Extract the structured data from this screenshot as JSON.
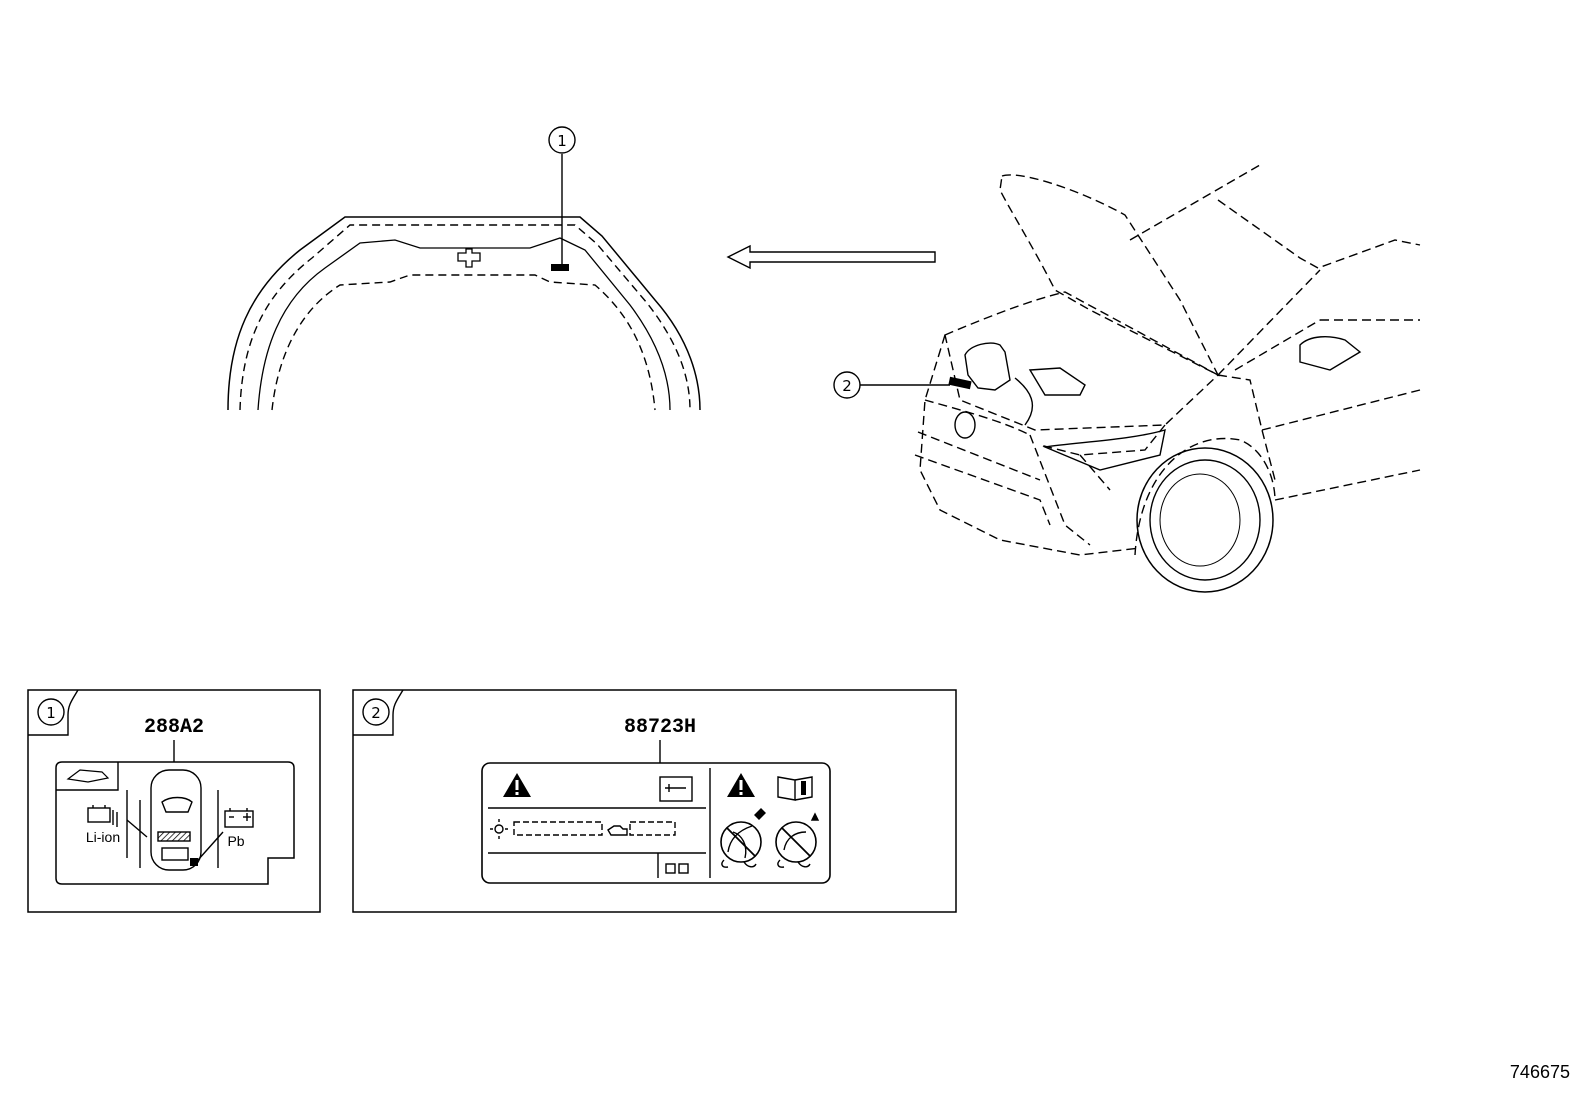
{
  "callouts": {
    "hood_label": "1",
    "engine_label": "2"
  },
  "panels": [
    {
      "callout": "1",
      "part_number": "288A2",
      "battery_left_text": "Li-ion",
      "battery_right_text": "Pb"
    },
    {
      "callout": "2",
      "part_number": "88723H"
    }
  ],
  "figure_number": "746675",
  "icons": [
    "warning-triangle-icon",
    "service-manual-icon",
    "info-book-icon",
    "battery-icon",
    "no-open-flame-icon"
  ]
}
